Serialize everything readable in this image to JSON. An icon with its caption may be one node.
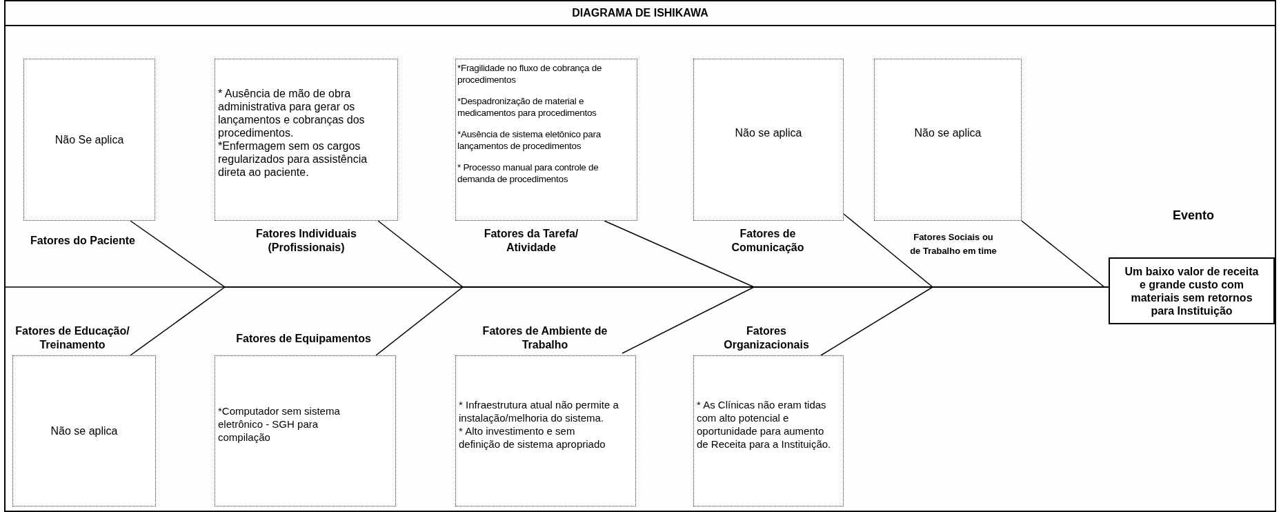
{
  "diagram": {
    "title": "DIAGRAMA DE ISHIKAWA",
    "nodes": [
      {
        "text": [
          "Não Se aplica",
          "Fatores do Paciente"
        ]
      },
      {
        "text": [
          "* Ausência de mão de obra administrativa para gerar os lançamentos e cobranças dos procedimentos.",
          "*Enfermagem sem os cargos regularizados para assistência direta ao paciente.",
          "Fatores Individuais (Profissionais)"
        ]
      },
      {
        "text": [
          "*Fragilidade no fluxo de cobrança de procedimentos",
          "*Despadronização de material e medicamentos para procedimentos",
          "*Ausência de sistema eletônico para lançamentos de procedimentos",
          "* Processo manual para controle de demanda de procedimentos",
          "Fatores da Tarefa/ Atividade"
        ]
      },
      {
        "text": [
          "Não se aplica",
          "Fatores de Comunicação"
        ]
      },
      {
        "text": [
          "Não se aplica",
          "Fatores Sociais ou de Trabalho em time"
        ]
      },
      {
        "text": [
          "Fatores de Educação/ Treinamento",
          "Não se aplica"
        ]
      },
      {
        "text": [
          "Fatores de Equipamentos",
          "*Computador sem sistema eletrônico - SGH para compilação"
        ]
      },
      {
        "text": [
          "Fatores de Ambiente de Trabalho",
          "* Infraestrutura atual não permite a instalação/melhoria do sistema.",
          "* Alto investimento e sem definição de sistema apropriado"
        ]
      },
      {
        "text": [
          "Fatores Organizacionais",
          "* As Clínicas não eram tidas com alto potencial e oportunidade para aumento de Receita para a Instituição."
        ]
      },
      {
        "text": [
          "Evento",
          "Um baixo valor de receita e grande custo com materiais sem retornos para Instituição"
        ]
      }
    ],
    "edges": [
      {
        "from": 0,
        "to": 9,
        "arrow": "none"
      },
      {
        "from": 1,
        "to": 9,
        "arrow": "none"
      },
      {
        "from": 2,
        "to": 9,
        "arrow": "none"
      },
      {
        "from": 3,
        "to": 9,
        "arrow": "none"
      },
      {
        "from": 4,
        "to": 9,
        "arrow": "none"
      },
      {
        "from": 5,
        "to": 9,
        "arrow": "none"
      },
      {
        "from": 6,
        "to": 9,
        "arrow": "none"
      },
      {
        "from": 7,
        "to": 9,
        "arrow": "none"
      },
      {
        "from": 8,
        "to": 9,
        "arrow": "none"
      }
    ]
  }
}
